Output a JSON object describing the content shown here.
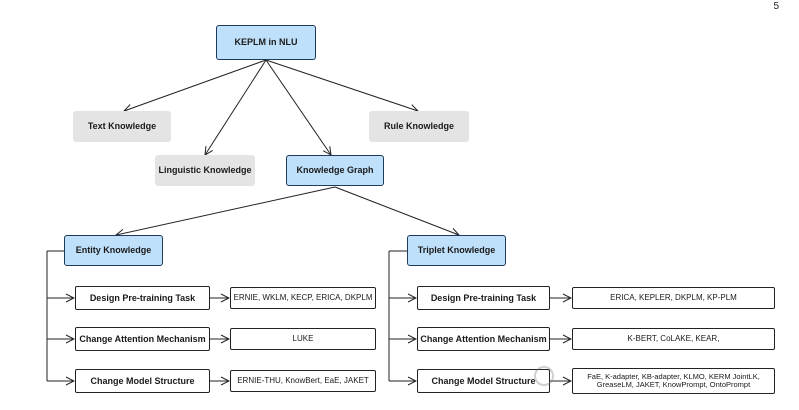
{
  "page_number": "5",
  "root": "KEPLM in NLU",
  "categories": {
    "text": "Text Knowledge",
    "linguistic": "Linguistic Knowledge",
    "graph": "Knowledge Graph",
    "rule": "Rule Knowledge"
  },
  "entity": {
    "title": "Entity Knowledge",
    "rows": [
      {
        "method": "Design Pre-training Task",
        "models": "ERNIE, WKLM, KECP, ERICA, DKPLM"
      },
      {
        "method": "Change Attention Mechanism",
        "models": "LUKE"
      },
      {
        "method": "Change Model Structure",
        "models": "ERNIE-THU, KnowBert, EaE, JAKET"
      }
    ]
  },
  "triplet": {
    "title": "Triplet Knowledge",
    "rows": [
      {
        "method": "Design Pre-training Task",
        "models": "ERICA, KEPLER, DKPLM, KP-PLM"
      },
      {
        "method": "Change Attention Mechanism",
        "models": "K-BERT, CoLAKE, KEAR,"
      },
      {
        "method": "Change Model Structure",
        "models": "FaE, K-adapter, KB-adapter, KLMO, KERM JointLK, GreaseLM, JAKET, KnowPrompt, OntoPrompt"
      }
    ]
  }
}
